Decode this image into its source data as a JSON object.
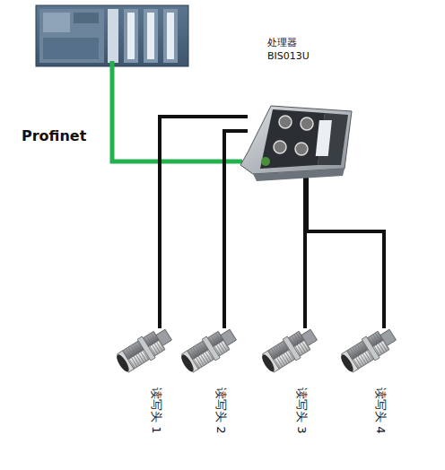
{
  "diagram": {
    "nodes": [
      {
        "text": [
          "处理器 BIS013U"
        ]
      },
      {
        "text": [
          "读写头 1"
        ]
      },
      {
        "text": [
          "读写头 2"
        ]
      },
      {
        "text": [
          "读写头 3"
        ]
      },
      {
        "text": [
          "读写头 4"
        ]
      }
    ],
    "edges": [
      {
        "from": 0,
        "to": 1,
        "arrow": "none"
      },
      {
        "from": 0,
        "to": 2,
        "arrow": "none"
      },
      {
        "from": 0,
        "to": 3,
        "arrow": "none"
      },
      {
        "from": 0,
        "to": 4,
        "arrow": "none"
      }
    ],
    "labels": [
      "Profinet"
    ]
  }
}
